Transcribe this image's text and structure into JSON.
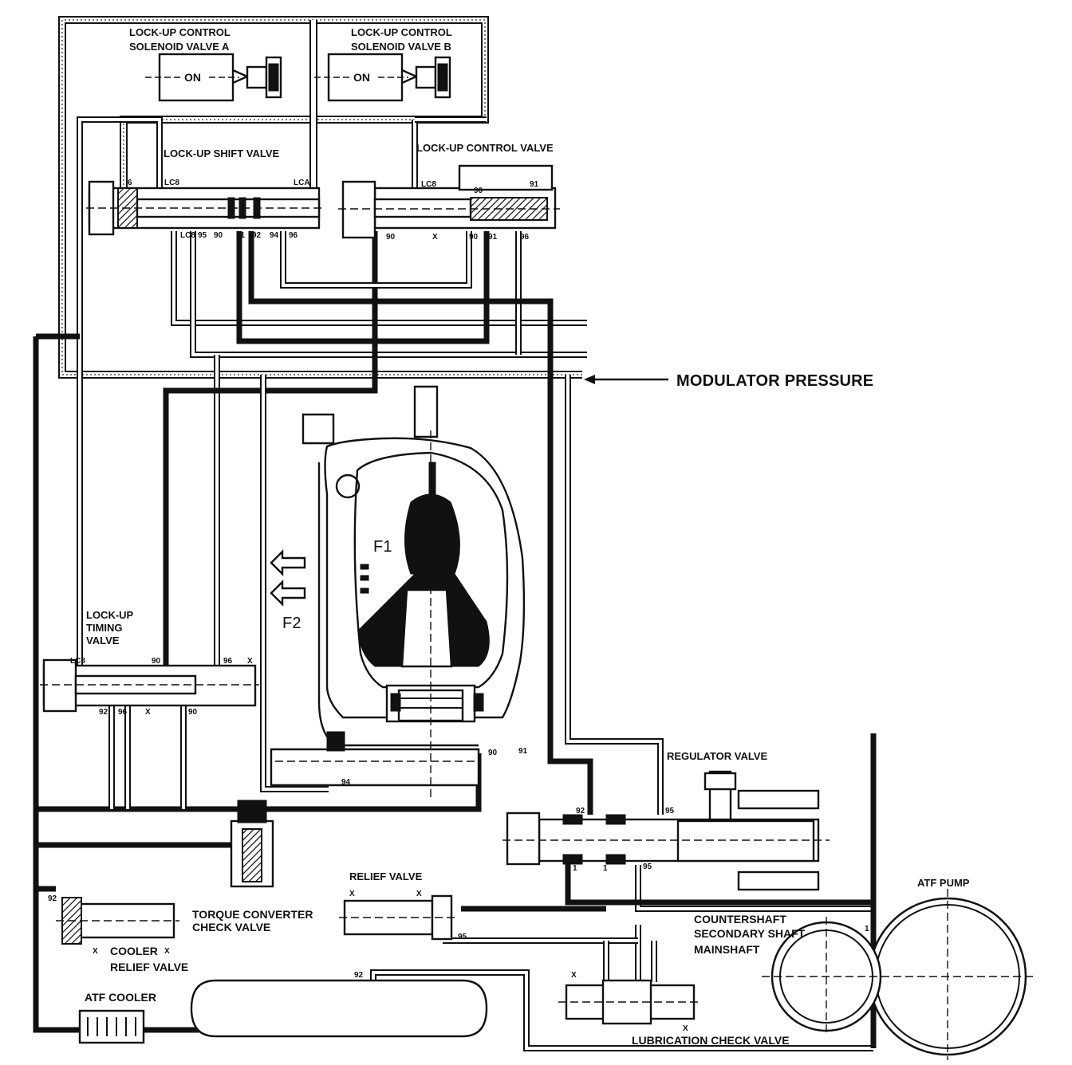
{
  "labels": {
    "solenoid_a": [
      "LOCK-UP CONTROL",
      "SOLENOID VALVE A"
    ],
    "solenoid_b": [
      "LOCK-UP CONTROL",
      "SOLENOID VALVE B"
    ],
    "solenoid_a_state": "ON",
    "solenoid_b_state": "ON",
    "lockup_shift_valve": "LOCK-UP SHIFT VALVE",
    "lockup_control_valve": "LOCK-UP CONTROL VALVE",
    "modulator_pressure": "MODULATOR PRESSURE",
    "f1": "F1",
    "f2": "F2",
    "lockup_timing_valve": [
      "LOCK-UP",
      "TIMING",
      "VALVE"
    ],
    "regulator_valve": "REGULATOR VALVE",
    "relief_valve": "RELIEF VALVE",
    "torque_converter_check_valve": [
      "TORQUE CONVERTER",
      "CHECK VALVE"
    ],
    "cooler_relief_valve": [
      "COOLER",
      "RELIEF VALVE"
    ],
    "atf_cooler": "ATF COOLER",
    "countershaft": "COUNTERSHAFT",
    "secondary_shaft": "SECONDARY SHAFT",
    "mainshaft": "MAINSHAFT",
    "lubrication_check_valve": "LUBRICATION CHECK VALVE",
    "atf_pump": "ATF PUMP"
  },
  "ports": {
    "shift_valve_top": [
      "6",
      "LC8",
      "LCA"
    ],
    "shift_valve_bottom": [
      "LC8",
      "95",
      "90",
      "91",
      "92",
      "94",
      "96"
    ],
    "control_valve_top": [
      "LC8",
      "90",
      "91"
    ],
    "control_valve_bottom": [
      "90",
      "X",
      "90",
      "91",
      "96"
    ],
    "timing_valve_top": [
      "LC8",
      "90",
      "96",
      "X"
    ],
    "timing_valve_bottom": [
      "92",
      "96",
      "X",
      "90"
    ],
    "converter_ports": [
      "90",
      "91",
      "94"
    ],
    "regulator_ports": [
      "92",
      "95",
      "1",
      "1",
      "95"
    ],
    "relief_valve_ports": [
      "X",
      "X",
      "95"
    ],
    "tc_check_valve_port": "92",
    "cooler_relief_ports": [
      "X",
      "X"
    ],
    "cooler_line_port": "92",
    "lube_check_ports": [
      "X",
      "X"
    ],
    "pump_port": "1"
  }
}
